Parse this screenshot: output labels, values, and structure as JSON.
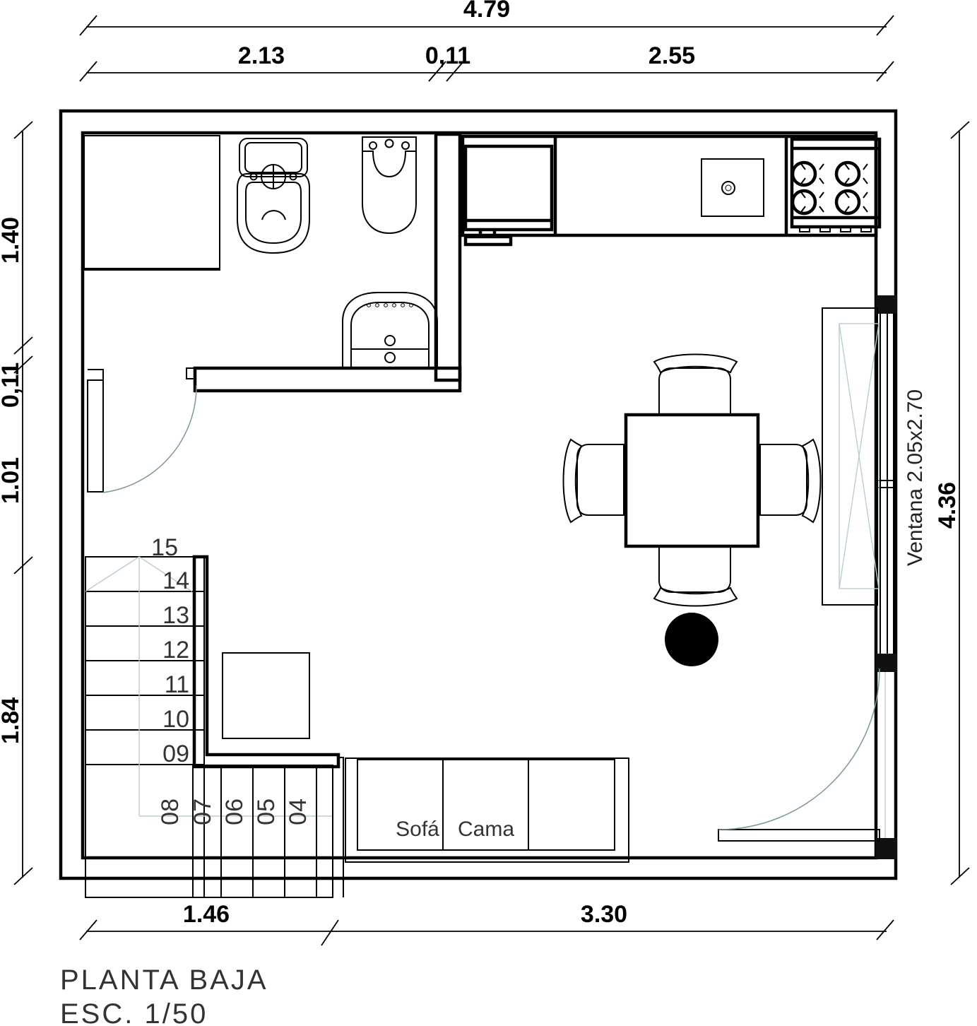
{
  "drawing": {
    "title": "PLANTA  BAJA",
    "scale": "ESC.  1/50"
  },
  "dimensions": {
    "top_overall": "4.79",
    "top_segments": [
      "2.13",
      "0,11",
      "2.55"
    ],
    "left_segments": [
      "1.40",
      "0,11",
      "1.01",
      "1.84"
    ],
    "right_overall": "4.36",
    "bottom_segments": [
      "1.46",
      "3.30"
    ]
  },
  "annotations": {
    "window_label": "Ventana 2.05x2.70",
    "sofa_label_1": "Sofá",
    "sofa_label_2": "Cama"
  },
  "stairs": {
    "upper_steps": [
      "15",
      "14",
      "13",
      "12",
      "11",
      "10",
      "09"
    ],
    "lower_steps": [
      "08",
      "07",
      "06",
      "05",
      "04"
    ]
  },
  "fixtures": {
    "toilet": "toilet-icon",
    "bidet": "bidet-icon",
    "sink": "sink-icon",
    "refrigerator": "refrigerator-icon",
    "counter_sink": "kitchen-sink-icon",
    "stove": "stove-icon",
    "dining_table": "dining-table-icon",
    "chairs": "chair-icon",
    "pot": "round-pot-icon",
    "sofa_bed": "sofa-bed-icon",
    "coffee_table": "coffee-table-icon",
    "window": "sliding-window-icon",
    "entry_door": "entry-door-icon",
    "bath_door": "bathroom-door-icon"
  },
  "colors": {
    "line": "#000000",
    "swing_arc": "#7d9a97",
    "faint_grid": "#b9cfcd",
    "solid_fill": "#000000",
    "paper": "#ffffff"
  }
}
